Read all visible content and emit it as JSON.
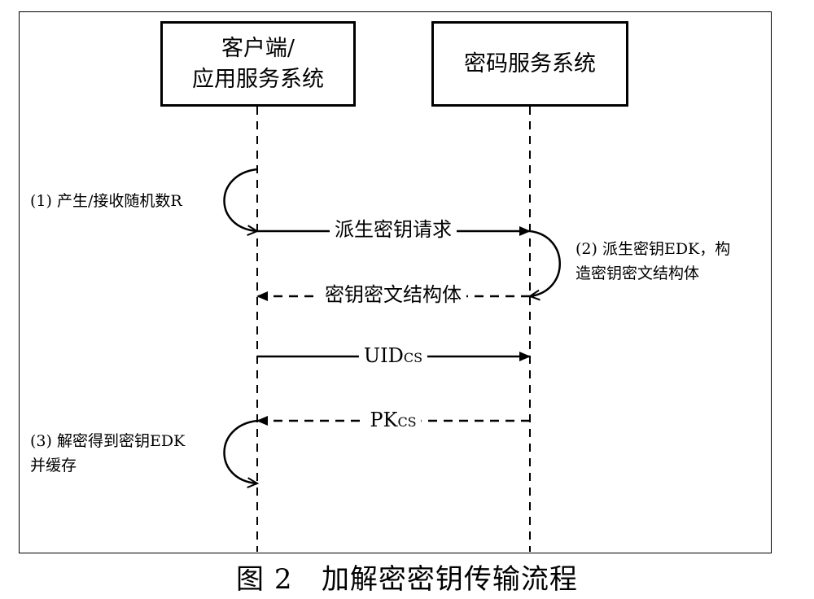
{
  "participants": [
    {
      "line1": "客户端/",
      "line2": "应用服务系统"
    },
    {
      "line1": "密码服务系统",
      "line2": ""
    }
  ],
  "messages": [
    {
      "text": "派生密钥请求",
      "sub": "",
      "style": "solid",
      "direction": "right"
    },
    {
      "text": "密钥密文结构体",
      "sub": "",
      "style": "dashed",
      "direction": "left"
    },
    {
      "text": "UID",
      "sub": "CS",
      "style": "solid",
      "direction": "right"
    },
    {
      "text": "PK",
      "sub": "CS",
      "style": "dashed",
      "direction": "left"
    }
  ],
  "notes": [
    {
      "lines": [
        "(1) 产生/接收随机数R"
      ]
    },
    {
      "lines": [
        "(2) 派生密钥EDK，构",
        "造密钥密文结构体"
      ]
    },
    {
      "lines": [
        "(3) 解密得到密钥EDK",
        "并缓存"
      ]
    }
  ],
  "caption": {
    "label": "图 2",
    "title": "加解密密钥传输流程"
  }
}
